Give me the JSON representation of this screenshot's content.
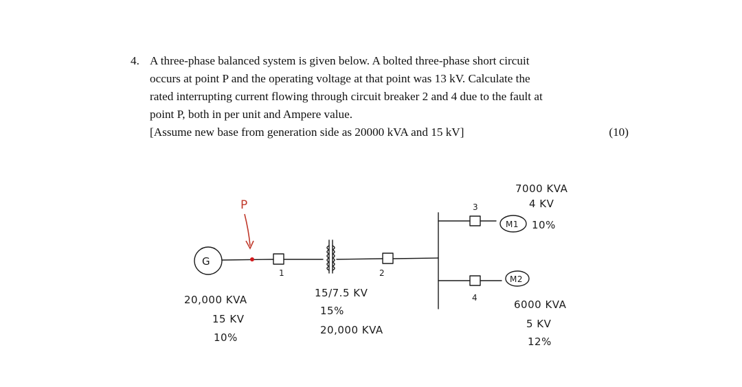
{
  "question": {
    "number": "4.",
    "lines": [
      "A three-phase balanced system is given below. A bolted three-phase short circuit",
      "occurs at point P and the operating voltage at that point was 13 kV. Calculate the",
      "rated interrupting current flowing through circuit breaker 2 and 4 due to the fault at",
      "point P, both in per unit and Ampere value.",
      "[Assume new base from generation side as 20000 kVA and 15 kV]"
    ],
    "marks": "(10)"
  },
  "diagram": {
    "fault_point": "P",
    "generator": {
      "symbol": "G",
      "rating": "20,000 KVA",
      "voltage": "15 KV",
      "reactance": "10%"
    },
    "transformer": {
      "ratio": "15/7.5 KV",
      "reactance": "15%",
      "rating": "20,000 KVA"
    },
    "breakers": [
      "1",
      "2",
      "3",
      "4"
    ],
    "motor1": {
      "symbol": "M1",
      "rating": "7000 KVA",
      "voltage": "4 KV",
      "reactance": "10%"
    },
    "motor2": {
      "symbol": "M2",
      "rating": "6000 KVA",
      "voltage": "5 KV",
      "reactance": "12%"
    }
  }
}
